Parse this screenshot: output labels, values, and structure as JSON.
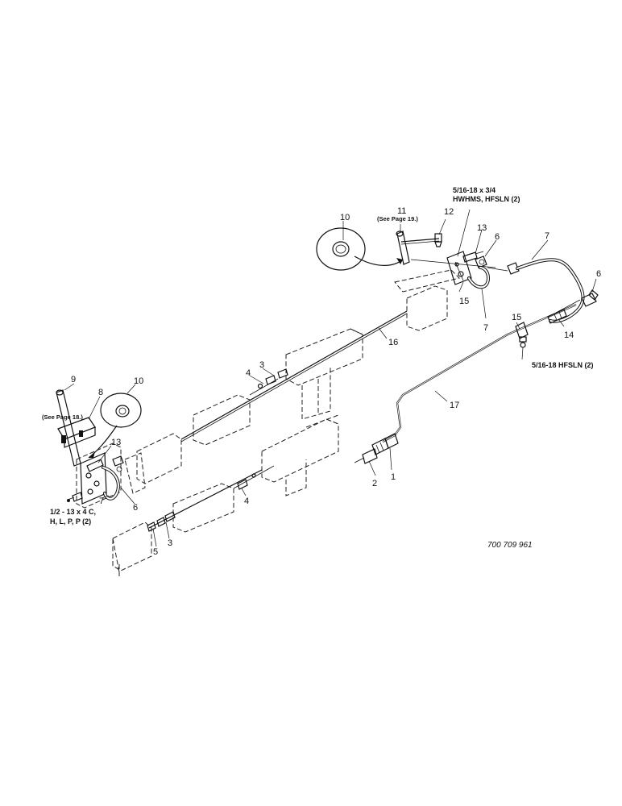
{
  "callouts": {
    "c1": "1",
    "c2": "2",
    "c3a": "3",
    "c3b": "3",
    "c4a": "4",
    "c4b": "4",
    "c5": "5",
    "c6a": "6",
    "c6b": "6",
    "c6c": "6",
    "c7a": "7",
    "c7b": "7",
    "c7c": "7",
    "c8": "8",
    "c9": "9",
    "c10a": "10",
    "c10b": "10",
    "c11": "11",
    "c12": "12",
    "c13a": "13",
    "c13b": "13",
    "c14": "14",
    "c15a": "15",
    "c15b": "15",
    "c16": "16",
    "c17": "17"
  },
  "notes": {
    "see_page_19": "(See Page 19.)",
    "see_page_18": "(See Page 18.)",
    "bolt_top_1": "5/16-18 x 3/4",
    "bolt_top_2": "HWHMS, HFSLN (2)",
    "nut_right": "5/16-18 HFSLN (2)",
    "bolt_left_1": "1/2 - 13 x 4 C,",
    "bolt_left_2": "H, L, P, P (2)"
  },
  "drawing_number": "700 709 961"
}
